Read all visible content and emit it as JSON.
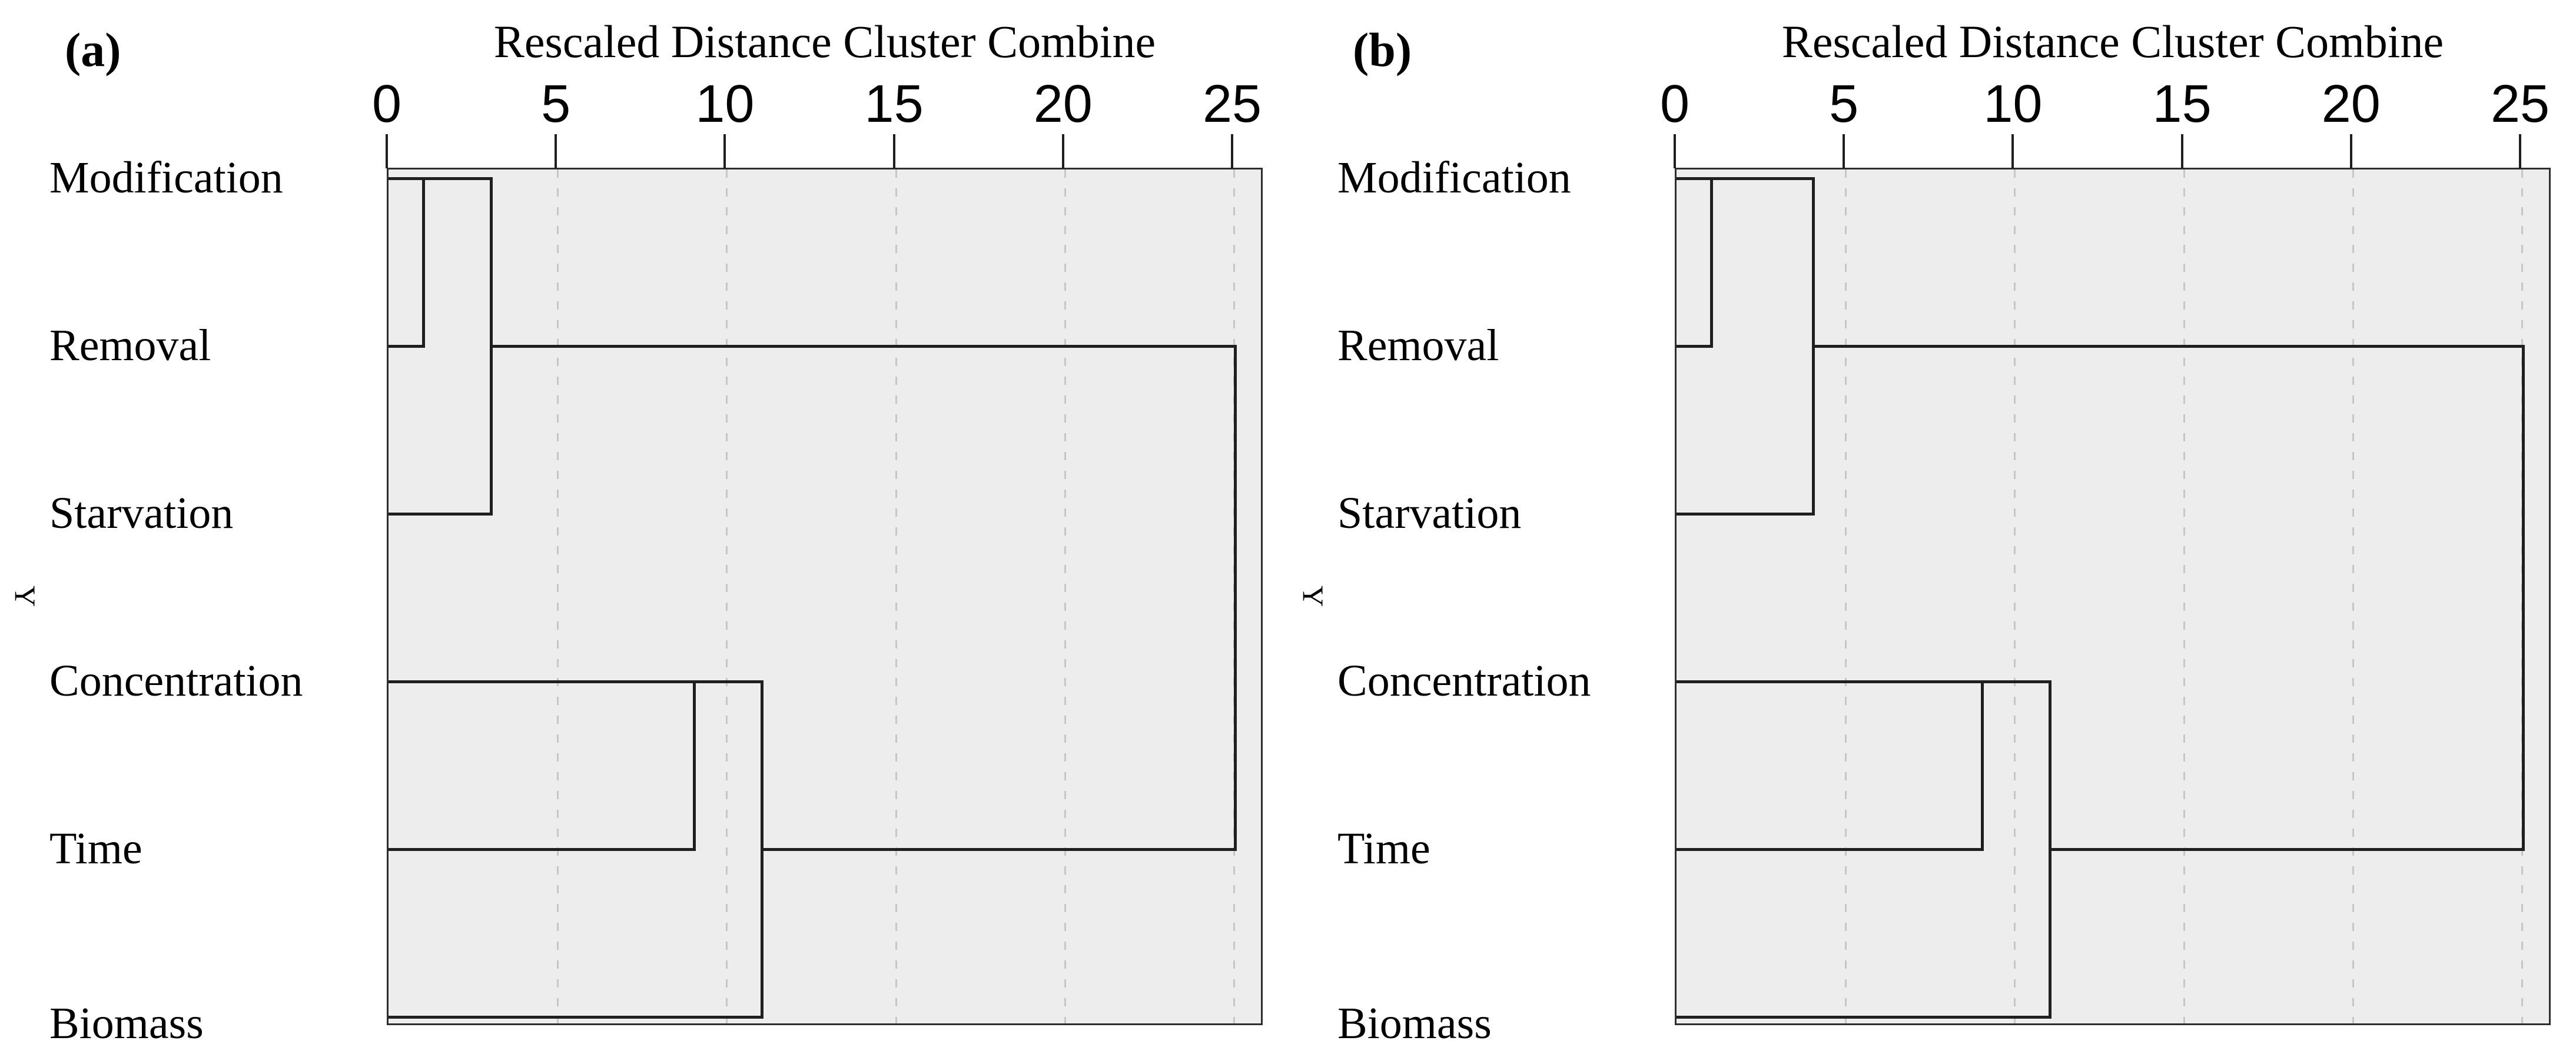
{
  "colors": {
    "page_background": "#ffffff",
    "plot_background": "#ededed",
    "dendrogram_line": "#1f1f1f",
    "frame_border": "#2e2e2e",
    "dashed_gridline": "#c6c6c6",
    "text": "#000000"
  },
  "chart_data": [
    {
      "type": "dendrogram",
      "panel_letter": "(a)",
      "title": "Rescaled Distance Cluster Combine",
      "y_axis_label": "Y",
      "orientation": "horizontal",
      "x_axis_range": [
        0,
        25
      ],
      "x_ticks": [
        "0",
        "5",
        "10",
        "15",
        "20",
        "25"
      ],
      "x_tick_values": [
        0,
        5,
        10,
        15,
        20,
        25
      ],
      "gridline_values": [
        5,
        10,
        15,
        20,
        25
      ],
      "grid_style": "dashed vertical",
      "legend_position": "none",
      "leaves": [
        "Modification",
        "Removal",
        "Starvation",
        "Concentration",
        "Time",
        "Biomass"
      ],
      "merges": [
        {
          "clusters": [
            [
              "Modification"
            ],
            [
              "Removal"
            ]
          ],
          "distance": 1
        },
        {
          "clusters": [
            [
              "Modification",
              "Removal"
            ],
            [
              "Starvation"
            ]
          ],
          "distance": 3
        },
        {
          "clusters": [
            [
              "Concentration"
            ],
            [
              "Time"
            ]
          ],
          "distance": 9
        },
        {
          "clusters": [
            [
              "Concentration",
              "Time"
            ],
            [
              "Biomass"
            ]
          ],
          "distance": 11
        },
        {
          "clusters": [
            [
              "Modification",
              "Removal",
              "Starvation"
            ],
            [
              "Concentration",
              "Time",
              "Biomass"
            ]
          ],
          "distance": 25
        }
      ]
    },
    {
      "type": "dendrogram",
      "panel_letter": "(b)",
      "title": "Rescaled Distance Cluster Combine",
      "y_axis_label": "Y",
      "orientation": "horizontal",
      "x_axis_range": [
        0,
        25
      ],
      "x_ticks": [
        "0",
        "5",
        "10",
        "15",
        "20",
        "25"
      ],
      "x_tick_values": [
        0,
        5,
        10,
        15,
        20,
        25
      ],
      "gridline_values": [
        5,
        10,
        15,
        20,
        25
      ],
      "grid_style": "dashed vertical",
      "legend_position": "none",
      "leaves": [
        "Modification",
        "Removal",
        "Starvation",
        "Concentration",
        "Time",
        "Biomass"
      ],
      "merges": [
        {
          "clusters": [
            [
              "Modification"
            ],
            [
              "Removal"
            ]
          ],
          "distance": 1
        },
        {
          "clusters": [
            [
              "Modification",
              "Removal"
            ],
            [
              "Starvation"
            ]
          ],
          "distance": 4
        },
        {
          "clusters": [
            [
              "Concentration"
            ],
            [
              "Time"
            ]
          ],
          "distance": 9
        },
        {
          "clusters": [
            [
              "Concentration",
              "Time"
            ],
            [
              "Biomass"
            ]
          ],
          "distance": 11
        },
        {
          "clusters": [
            [
              "Modification",
              "Removal",
              "Starvation"
            ],
            [
              "Concentration",
              "Time",
              "Biomass"
            ]
          ],
          "distance": 25
        }
      ]
    }
  ]
}
